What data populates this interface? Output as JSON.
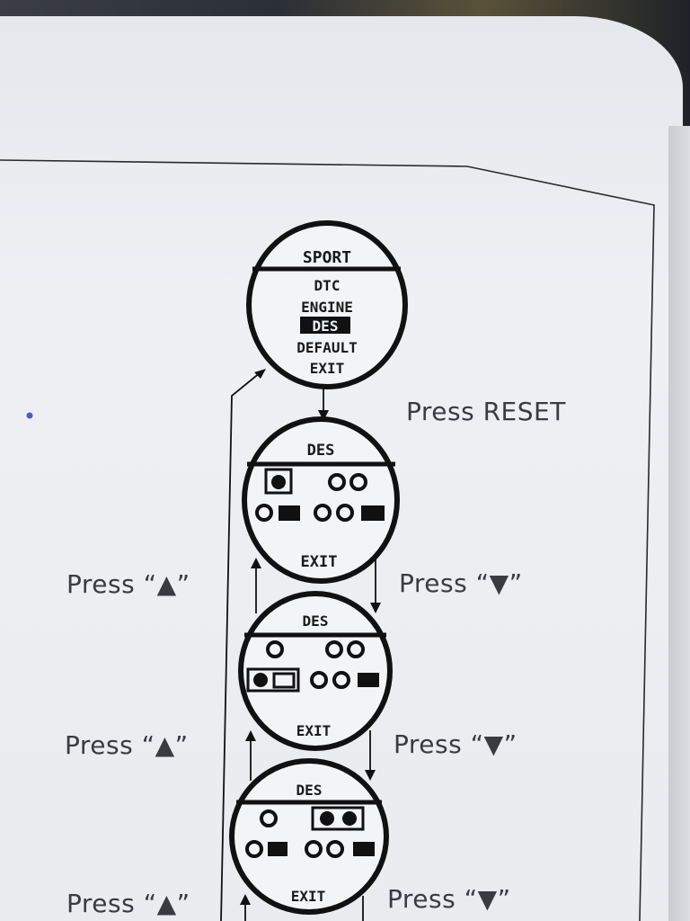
{
  "top_display": {
    "header": "SPORT",
    "menu": [
      "DTC",
      "ENGINE",
      "DES",
      "DEFAULT",
      "EXIT"
    ],
    "selected": "DES"
  },
  "des_displays": [
    {
      "header": "DES",
      "footer": "EXIT"
    },
    {
      "header": "DES",
      "footer": "EXIT"
    },
    {
      "header": "DES",
      "footer": "EXIT"
    }
  ],
  "labels": {
    "reset": "Press RESET",
    "up": "Press “▲”",
    "down": "Press “▼”"
  },
  "colors": {
    "ink": "#111111",
    "paper": "#eceef2",
    "text": "#3a3b40",
    "dot": "#4a5ad0"
  }
}
